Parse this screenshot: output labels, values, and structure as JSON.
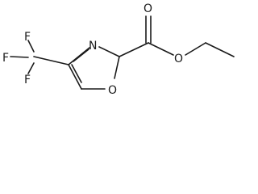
{
  "molecule": {
    "atoms": {
      "fluorine_1": "F",
      "fluorine_2": "F",
      "fluorine_3": "F",
      "ring_nitrogen": "N",
      "ring_oxygen": "O",
      "carbonyl_oxygen": "O",
      "ester_oxygen": "O"
    }
  }
}
